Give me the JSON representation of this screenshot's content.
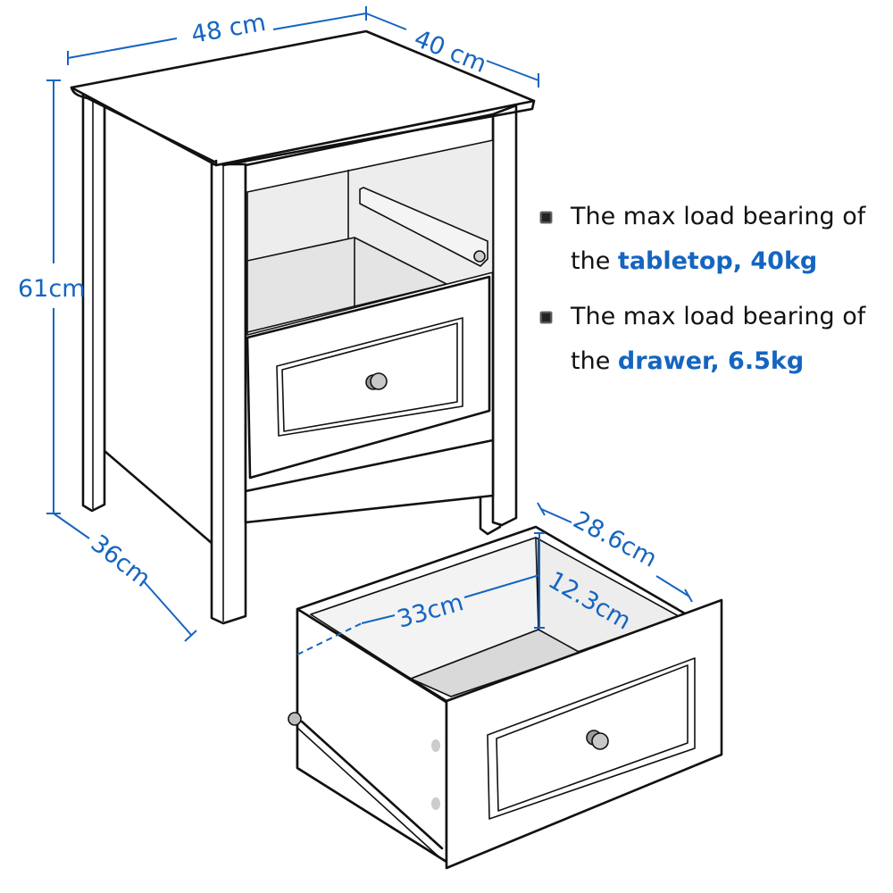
{
  "colors": {
    "accent": "#1565c0",
    "line": "#111111",
    "shade": "#ededed"
  },
  "dimensions": {
    "width": "48 cm",
    "depth": "40 cm",
    "height": "61cm",
    "side_depth": "36cm",
    "drawer_width": "28.6cm",
    "drawer_length": "33cm",
    "drawer_height": "12.3cm"
  },
  "notes": [
    {
      "icon": "square-bullet-icon",
      "text": "The max load bearing of the ",
      "highlight": "tabletop, 40kg"
    },
    {
      "icon": "square-bullet-icon",
      "text": "The max load bearing of the ",
      "highlight": "drawer, 6.5kg"
    }
  ]
}
